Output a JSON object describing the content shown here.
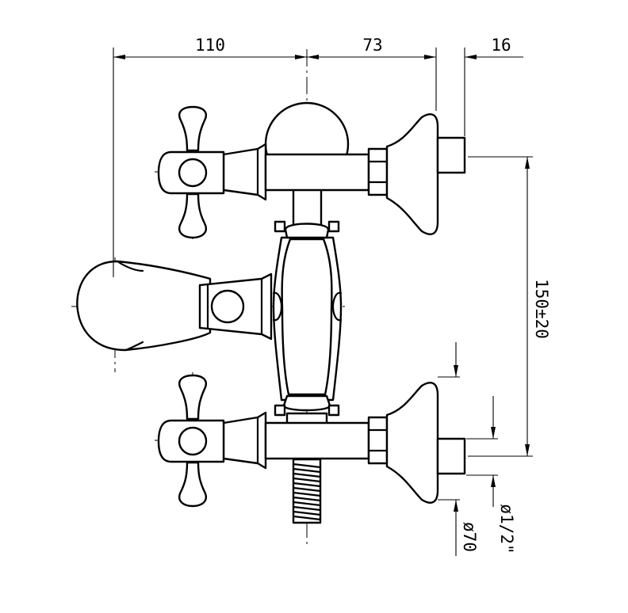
{
  "dimensions": {
    "d110": "110",
    "d73": "73",
    "d16": "16",
    "d150": "150±20",
    "d_half_inch": "ø1/2\"",
    "d70": "ø70"
  },
  "colors": {
    "line": "#000000",
    "background": "#ffffff"
  }
}
